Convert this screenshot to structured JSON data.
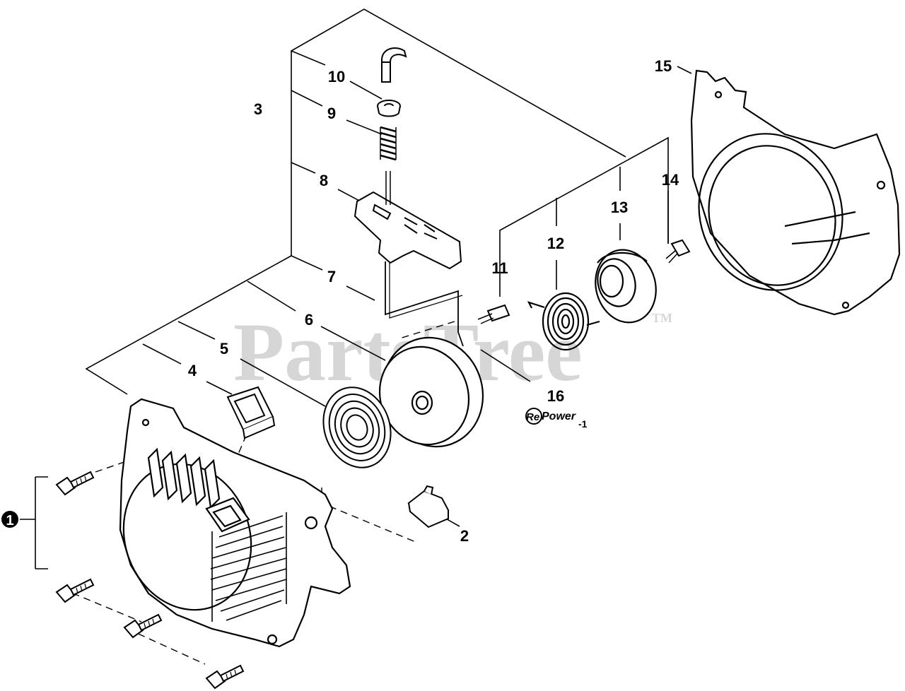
{
  "watermark": {
    "text": "PartsTree",
    "trademark": "TM",
    "color": "#d6d6d6"
  },
  "colors": {
    "ink": "#000000",
    "background": "#ffffff"
  },
  "callouts": [
    {
      "number": "1",
      "style": "filled"
    },
    {
      "number": "2"
    },
    {
      "number": "3"
    },
    {
      "number": "4"
    },
    {
      "number": "5"
    },
    {
      "number": "6"
    },
    {
      "number": "7"
    },
    {
      "number": "8"
    },
    {
      "number": "9"
    },
    {
      "number": "10"
    },
    {
      "number": "11"
    },
    {
      "number": "12"
    },
    {
      "number": "13"
    },
    {
      "number": "14"
    },
    {
      "number": "15"
    },
    {
      "number": "16"
    }
  ],
  "logo": {
    "prefix": "Re",
    "word": "Power",
    "suffix": "-1"
  }
}
